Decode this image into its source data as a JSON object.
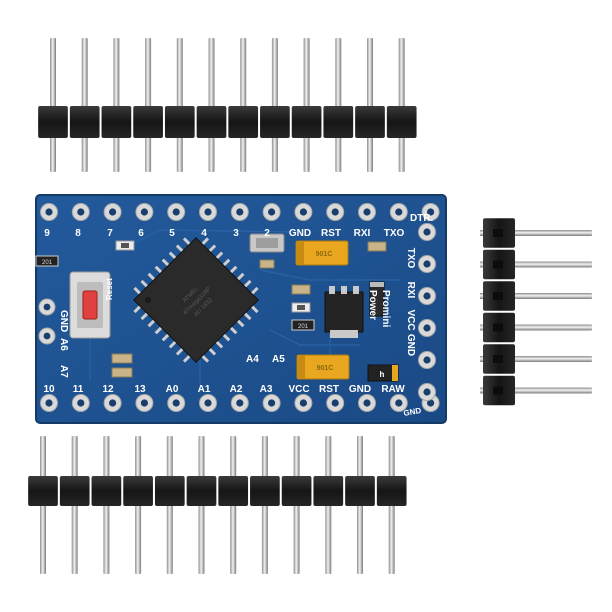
{
  "board": {
    "top_row_labels": [
      "9",
      "8",
      "7",
      "6",
      "5",
      "4",
      "3",
      "2",
      "GND",
      "RST",
      "RXI",
      "TXO"
    ],
    "dtr_label": "DTR.",
    "bottom_row_labels": [
      "10",
      "11",
      "12",
      "13",
      "A0",
      "A1",
      "A2",
      "A3",
      "VCC",
      "RST",
      "GND",
      "RAW"
    ],
    "right_labels": [
      "TXO",
      "RXI",
      "VCC",
      "GND"
    ],
    "right_bottom_label": "GND",
    "promini_label": "Promini",
    "power_label": "Power",
    "reset_label": "Reset",
    "gnd_left_label": "GND",
    "a6_label": "A6",
    "a7_label": "A7",
    "a4_label": "A4",
    "a5_label": "A5",
    "cap_top_label": "901C",
    "cap_bottom_label": "901C",
    "chip_marking_1": "ATMEL",
    "chip_marking_2": "ATmega328P",
    "chip_marking_3": "AU 1632",
    "resistor_1": "201",
    "resistor_2": "201",
    "tantalum_label": "h",
    "colors": {
      "pcb": "#1c4f8c",
      "pcb_edge": "#163f73",
      "pad": "#d6d6d6",
      "header_plastic": "#1b1b1b",
      "pin_metal": "#c9c9c9",
      "chip": "#2a2a2a",
      "tantalum": "#e9a61f",
      "reset_button": "#e04040"
    }
  }
}
